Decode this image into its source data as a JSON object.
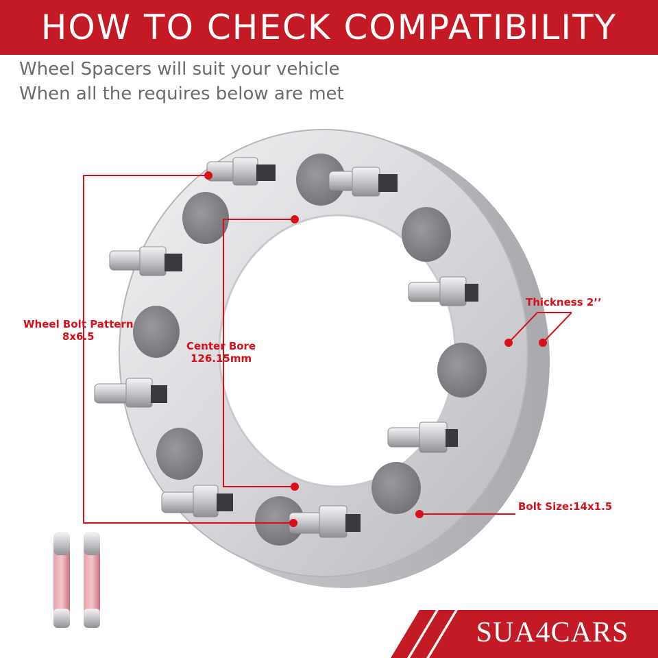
{
  "header": {
    "title": "HOW TO CHECK COMPATIBILITY",
    "subtitle_line1": "Wheel Spacers will suit your vehicle",
    "subtitle_line2": "When all the requires below are met"
  },
  "labels": {
    "bolt_pattern_title": "Wheel Bolt Pattern",
    "bolt_pattern_value": "8x6.5",
    "center_bore_title": "Center Bore",
    "center_bore_value": "126.15mm",
    "thickness": "Thickness 2’’",
    "bolt_size": "Bolt Size:14x1.5"
  },
  "brand": {
    "name": "SUA4CARS"
  },
  "colors": {
    "accent_red": "#c41a26",
    "annotation_red": "#d8101a",
    "subtitle_gray": "#6b6b6b",
    "metal": "#d9d9db"
  },
  "icons": {
    "product": "wheel-spacer-8-lug",
    "accessory": "wheel-stud-pair"
  }
}
